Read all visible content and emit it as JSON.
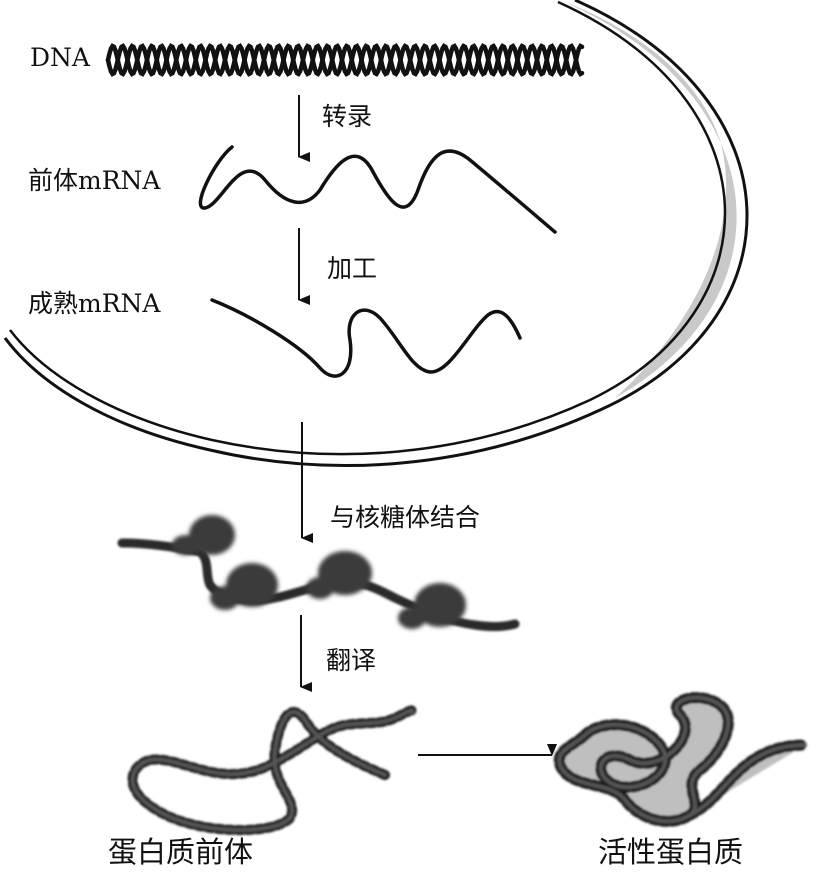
{
  "diagram": {
    "labels": {
      "dna": "DNA",
      "transcription": "转录",
      "pre_mrna": "前体mRNA",
      "processing": "加工",
      "mature_mrna": "成熟mRNA",
      "ribosome_binding": "与核糖体结合",
      "translation": "翻译",
      "protein_precursor": "蛋白质前体",
      "active_protein": "活性蛋白质"
    },
    "colors": {
      "ink": "#111111",
      "nucleus_shadow": "#c9c9c9",
      "ribosome": "#3a3a3a",
      "protein_fill": "#8a8a8a"
    }
  }
}
